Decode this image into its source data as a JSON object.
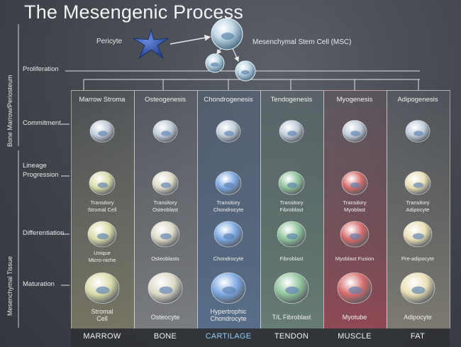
{
  "title": "The Mesengenic Process",
  "side_labels": {
    "bone_marrow": "Bone Marrow/Periosteum",
    "mesenchymal_tissue": "Mesenchymal Tissue"
  },
  "top": {
    "pericyte": "Pericyte",
    "msc": "Mesenchymal Stem Cell (MSC)"
  },
  "rows": {
    "proliferation": "Proliferation",
    "commitment": "Commitment",
    "lineage_1": "Lineage",
    "lineage_2": "Progression",
    "differentiation": "Differentiation",
    "maturation": "Maturation"
  },
  "columns": [
    {
      "header": "Marrow Stroma",
      "lineage": [
        "Transitory",
        "Stromal Cell"
      ],
      "diff": [
        "Unique",
        "Micro-niche"
      ],
      "mat": [
        "Stromal",
        "Cell"
      ],
      "footer": "MARROW",
      "tint": "#d9dba8"
    },
    {
      "header": "Osteogenesis",
      "lineage": [
        "Transitory",
        "Osteoblast"
      ],
      "diff": [
        "Osteoblasts"
      ],
      "mat": [
        "Osteocyte"
      ],
      "footer": "BONE",
      "tint": "#ddd9c6"
    },
    {
      "header": "Chondrogenesis",
      "lineage": [
        "Transitory",
        "Chondrocyte"
      ],
      "diff": [
        "Chondrocyte"
      ],
      "mat": [
        "Hypertrophic",
        "Chondrocyte"
      ],
      "footer": "CARTILAGE",
      "tint": "#7aa6e0"
    },
    {
      "header": "Tendogenesis",
      "lineage": [
        "Transitory",
        "Fibroblast"
      ],
      "diff": [
        "Fibroblast"
      ],
      "mat": [
        "T/L Fibroblast"
      ],
      "footer": "TENDON",
      "tint": "#8fc39a"
    },
    {
      "header": "Myogenesis",
      "lineage": [
        "Transitory",
        "Myoblast"
      ],
      "diff": [
        "Myoblast Fusion"
      ],
      "mat": [
        "Myotube"
      ],
      "footer": "MUSCLE",
      "tint": "#d46a6a"
    },
    {
      "header": "Adipogenesis",
      "lineage": [
        "Transitory",
        "Adipocyte"
      ],
      "diff": [
        "Pre-adipocyte"
      ],
      "mat": [
        "Adipocyte"
      ],
      "footer": "FAT",
      "tint": "#e9dfb5"
    }
  ],
  "colors": {
    "background": "#3e4249",
    "line": "#e0e0e0",
    "cartilage_text": "#8fd0ff",
    "pericyte": "#2f4fa6"
  },
  "icons": [
    "pericyte-star-icon",
    "stem-cell-sphere-icon",
    "cell-icon"
  ]
}
